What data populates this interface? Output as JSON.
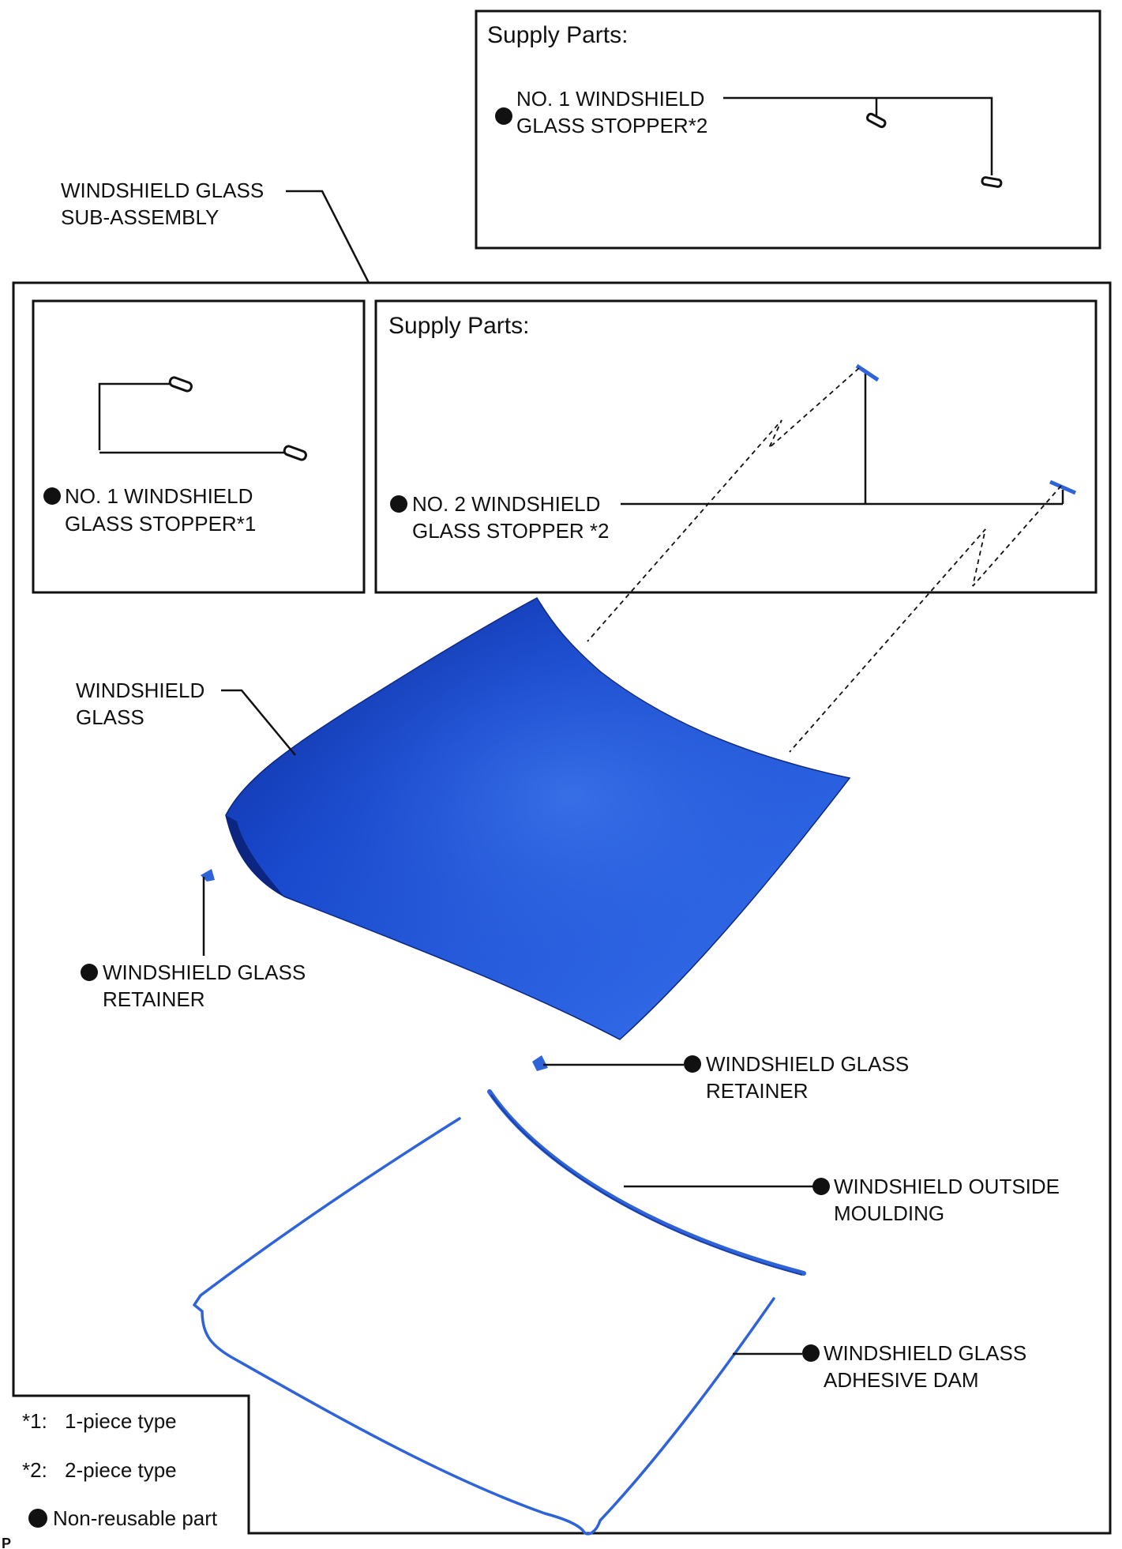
{
  "top_box": {
    "header": "Supply Parts:",
    "part_line1": "NO. 1 WINDSHIELD",
    "part_line2": "GLASS STOPPER*2"
  },
  "sub_assembly": {
    "line1": "WINDSHIELD GLASS",
    "line2": "SUB-ASSEMBLY"
  },
  "left_inner_box": {
    "part_line1": "NO. 1 WINDSHIELD",
    "part_line2": "GLASS STOPPER*1"
  },
  "right_inner_box": {
    "header": "Supply Parts:",
    "part_line1": "NO. 2 WINDSHIELD",
    "part_line2": "GLASS STOPPER *2"
  },
  "labels": {
    "windshield_glass_line1": "WINDSHIELD",
    "windshield_glass_line2": "GLASS",
    "retainer_left_line1": "WINDSHIELD GLASS",
    "retainer_left_line2": "RETAINER",
    "retainer_right_line1": "WINDSHIELD GLASS",
    "retainer_right_line2": "RETAINER",
    "moulding_line1": "WINDSHIELD OUTSIDE",
    "moulding_line2": "MOULDING",
    "dam_line1": "WINDSHIELD GLASS",
    "dam_line2": "ADHESIVE DAM"
  },
  "legend": {
    "note1_key": "*1:",
    "note1_text": "1-piece type",
    "note2_key": "*2:",
    "note2_text": "2-piece type",
    "note3_text": "Non-reusable part"
  },
  "corner_mark": "P",
  "colors": {
    "glass_dark": "#0f2f9e",
    "glass_mid": "#1c4fd6",
    "glass_light": "#3d78ef",
    "part_blue": "#2f63d8",
    "line": "#111111"
  },
  "icons": {
    "non_reusable": "filled-black-circle",
    "stopper_no1": "clip-outline-icon",
    "stopper_no2": "bracket-blue-icon"
  }
}
